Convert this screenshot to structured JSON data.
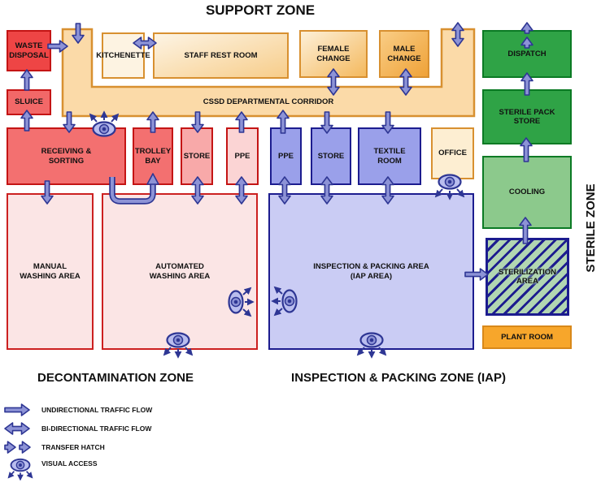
{
  "zones": {
    "support": "SUPPORT ZONE",
    "sterile": "STERILE ZONE",
    "decontamination": "DECONTAMINATION ZONE",
    "inspection_packing": "INSPECTION & PACKING ZONE (IAP)"
  },
  "corridor_label": "CSSD DEPARTMENTAL CORRIDOR",
  "rooms": {
    "waste_disposal": "WASTE\nDISPOSAL",
    "sluice": "SLUICE",
    "kitchenette": "KITCHENETTE",
    "staff_rest_room": "STAFF REST ROOM",
    "female_change": "FEMALE\nCHANGE",
    "male_change": "MALE\nCHANGE",
    "dispatch": "DISPATCH",
    "sterile_pack_store": "STERILE PACK\nSTORE",
    "cooling": "COOLING",
    "sterilization_area": "STERILIZATION\nAREA",
    "plant_room": "PLANT ROOM",
    "receiving_sorting": "RECEIVING &\nSORTING",
    "trolley_bay": "TROLLEY\nBAY",
    "store_decon": "STORE",
    "ppe_decon": "PPE",
    "ppe_iap": "PPE",
    "store_iap": "STORE",
    "textile_room": "TEXTILE\nROOM",
    "office": "OFFICE",
    "manual_washing": "MANUAL\nWASHING AREA",
    "automated_washing": "AUTOMATED\nWASHING AREA",
    "iap_area": "INSPECTION & PACKING AREA\n(IAP AREA)"
  },
  "legend": {
    "unidirectional": "UNDIRECTIONAL TRAFFIC FLOW",
    "bidirectional": "BI-DIRECTIONAL TRAFFIC FLOW",
    "transfer_hatch": "TRANSFER HATCH",
    "visual_access": "VISUAL ACCESS"
  },
  "colors": {
    "red_strong": "#ee4545",
    "red_border": "#c41414",
    "salmon": "#f37070",
    "pink": "#f8a9a9",
    "pink_light": "#fbd4d4",
    "pink_pale": "#fbe5e5",
    "periwinkle": "#9aa0ea",
    "periwinkle_light": "#caccf4",
    "blue_border": "#1c1c8f",
    "corridor_fill": "#fbdaa8",
    "orange_border": "#d89030",
    "green_dark": "#2fa346",
    "green_dark_border": "#0b7a24",
    "green_light": "#8cc98c",
    "plant_orange": "#f7a62b",
    "arrow_fill": "#8d93d6",
    "arrow_outline": "#2e3694"
  }
}
